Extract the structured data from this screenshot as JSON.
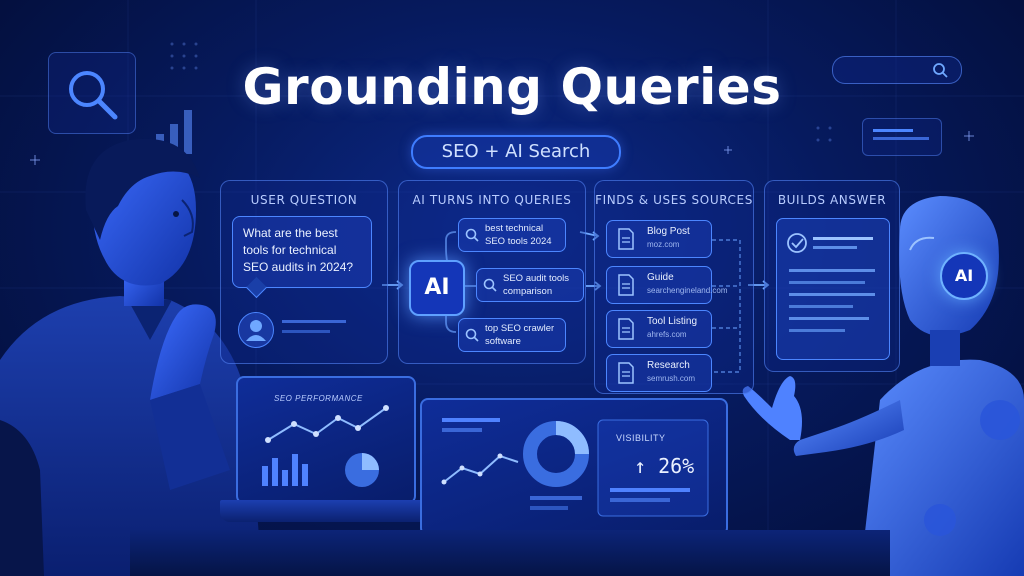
{
  "header": {
    "title": "Grounding Queries",
    "subtitle": "SEO + AI Search"
  },
  "steps": {
    "user_question": {
      "heading": "USER QUESTION",
      "question": "What are the best tools for technical SEO audits in 2024?"
    },
    "ai_queries": {
      "heading": "AI TURNS INTO QUERIES",
      "chip_label": "AI",
      "queries": [
        "best technical SEO tools 2024",
        "SEO audit tools comparison",
        "top SEO crawler software"
      ]
    },
    "sources": {
      "heading": "FINDS & USES SOURCES",
      "items": [
        {
          "title": "Blog Post",
          "domain": "moz.com"
        },
        {
          "title": "Guide",
          "domain": "searchengineland.com"
        },
        {
          "title": "Tool Listing",
          "domain": "ahrefs.com"
        },
        {
          "title": "Research",
          "domain": "semrush.com"
        }
      ]
    },
    "answer": {
      "heading": "BUILDS ANSWER"
    }
  },
  "screens": {
    "laptop_label": "SEO PERFORMANCE",
    "visibility_label": "VISIBILITY",
    "visibility_value": "↑ 26%"
  },
  "robot": {
    "badge": "AI"
  },
  "colors": {
    "background": "#061a5e",
    "accent": "#3f7dff",
    "glow": "#5fa0ff"
  }
}
